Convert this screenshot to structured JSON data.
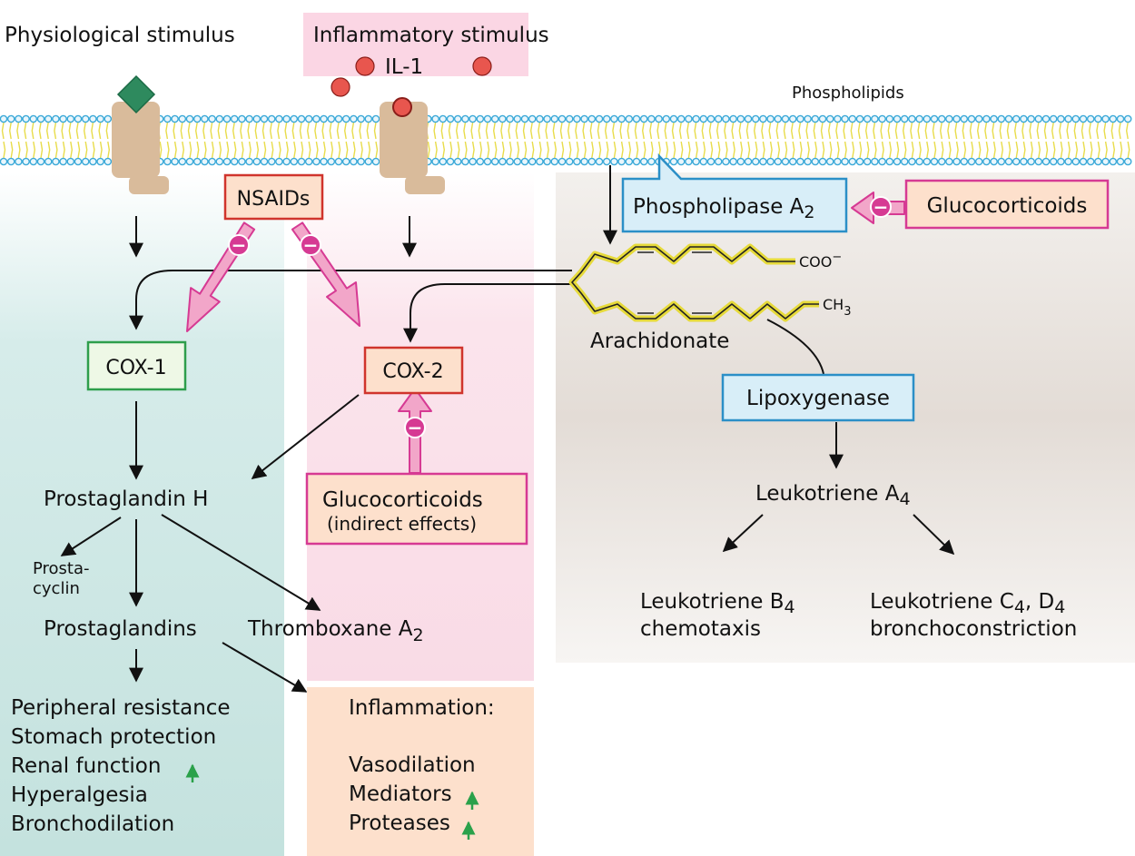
{
  "labels": {
    "physiological_stimulus": "Physiological stimulus",
    "inflammatory_stimulus": "Inflammatory stimulus",
    "il1": "IL-1",
    "phospholipids": "Phospholipids",
    "nsaids": "NSAIDs",
    "phospholipase": "Phospholipase A",
    "phospholipase_sub": "2",
    "glucocorticoids_right": "Glucocorticoids",
    "coo": "COO",
    "coo_sup": "−",
    "ch": "CH",
    "ch_sub": "3",
    "arachidonate": "Arachidonate",
    "lipoxygenase": "Lipoxygenase",
    "cox1": "COX-1",
    "cox2": "COX-2",
    "glucocorticoids_center": "Glucocorticoids",
    "indirect_effects": "(indirect effects)",
    "prostaglandin_h": "Prostaglandin H",
    "prostacyclin_line1": "Prosta-",
    "prostacyclin_line2": "cyclin",
    "prostaglandins": "Prostaglandins",
    "thromboxane": "Thromboxane A",
    "thromboxane_sub": "2",
    "leukotriene_a": "Leukotriene A",
    "leukotriene_a_sub": "4",
    "leukotriene_b": "Leukotriene B",
    "leukotriene_b_sub": "4",
    "chemotaxis": "chemotaxis",
    "leukotriene_c": "Leukotriene C",
    "leukotriene_c_sub": "4",
    "leukotriene_c_mid": ", D",
    "leukotriene_d_sub": "4",
    "bronchoconstriction": "bronchoconstriction",
    "inhibit_symbol": "−"
  },
  "left_effects": [
    "Peripheral resistance",
    "Stomach protection",
    "Renal function",
    "Hyperalgesia",
    "Bronchodilation"
  ],
  "inflammation": {
    "title": "Inflammation:",
    "items": [
      "Vasodilation",
      "Mediators",
      "Proteases"
    ]
  },
  "colors": {
    "teal_panel": "#c9e4e1",
    "pink_panel": "#fbe1ea",
    "gray_panel": "#ece7e3",
    "peach_box": "#fde0cc",
    "red_border": "#d0342c",
    "green_border": "#2e9e4c",
    "magenta_border": "#d63a93",
    "blue_border": "#2b8fc7",
    "blue_fill": "#d8eef8",
    "pink_arrow": "#f2a6c9",
    "green_arrow": "#2aa14a",
    "receptor": "#d9bb9b",
    "membrane_bead": "#3ba9d8",
    "membrane_tail": "#e8dc4a"
  }
}
